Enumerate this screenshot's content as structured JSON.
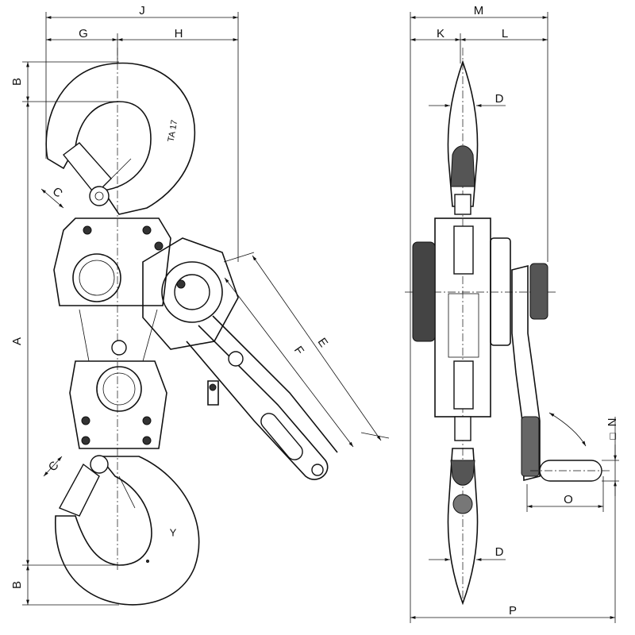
{
  "drawing": {
    "front_view": {
      "hook_marking": "TA 17",
      "bottom_hook_marking": "Y",
      "dimensions": {
        "J": "J",
        "G": "G",
        "H": "H",
        "B_top": "B",
        "C_top": "C",
        "A": "A",
        "E": "E",
        "F": "F",
        "C_bottom": "C",
        "B_bottom": "B"
      }
    },
    "side_view": {
      "dimensions": {
        "M": "M",
        "K": "K",
        "L": "L",
        "D_top": "D",
        "N": "N",
        "N_symbol": "□",
        "O": "O",
        "P": "P",
        "D_bottom": "D"
      }
    }
  }
}
